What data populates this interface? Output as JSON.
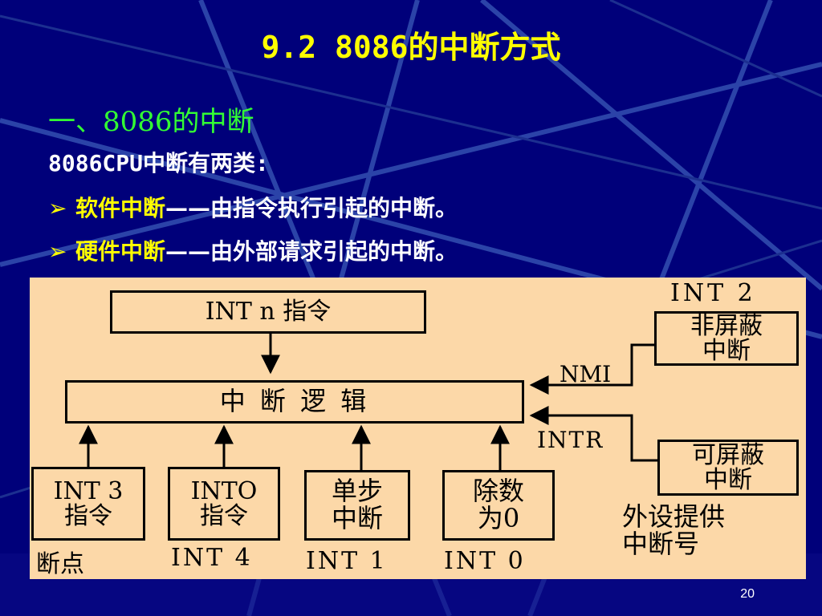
{
  "slide": {
    "title": "9.2  8086的中断方式",
    "heading": "一、8086的中断",
    "intro": "8086CPU中断有两类:",
    "bullets": [
      {
        "marker": "➢",
        "term": "软件中断",
        "desc": "——由指令执行引起的中断。"
      },
      {
        "marker": "➢",
        "term": "硬件中断",
        "desc": "——由外部请求引起的中断。"
      }
    ],
    "page_number": "20"
  },
  "diagram": {
    "int_n_box": "INT n 指令",
    "logic_box": "中 断 逻 辑",
    "nmi_label": "NMI",
    "intr_label": "INTR",
    "nmi_type": "INT 2",
    "nmi_source_line1": "非屏蔽",
    "nmi_source_line2": "中断",
    "intr_source_line1": "可屏蔽",
    "intr_source_line2": "中断",
    "external_note_line1": "外设提供",
    "external_note_line2": "中断号",
    "sources": [
      {
        "line1": "INT 3",
        "line2": "指令",
        "caption": "断点"
      },
      {
        "line1": "INTO",
        "line2": "指令",
        "caption": "INT 4"
      },
      {
        "line1": "单步",
        "line2": "中断",
        "caption": "INT 1"
      },
      {
        "line1": "除数",
        "line2": "为0",
        "caption": "INT 0"
      }
    ]
  },
  "colors": {
    "background": "#00007a",
    "title": "#ffff00",
    "heading": "#33ff33",
    "diagram_fill": "#fcd8a8"
  }
}
